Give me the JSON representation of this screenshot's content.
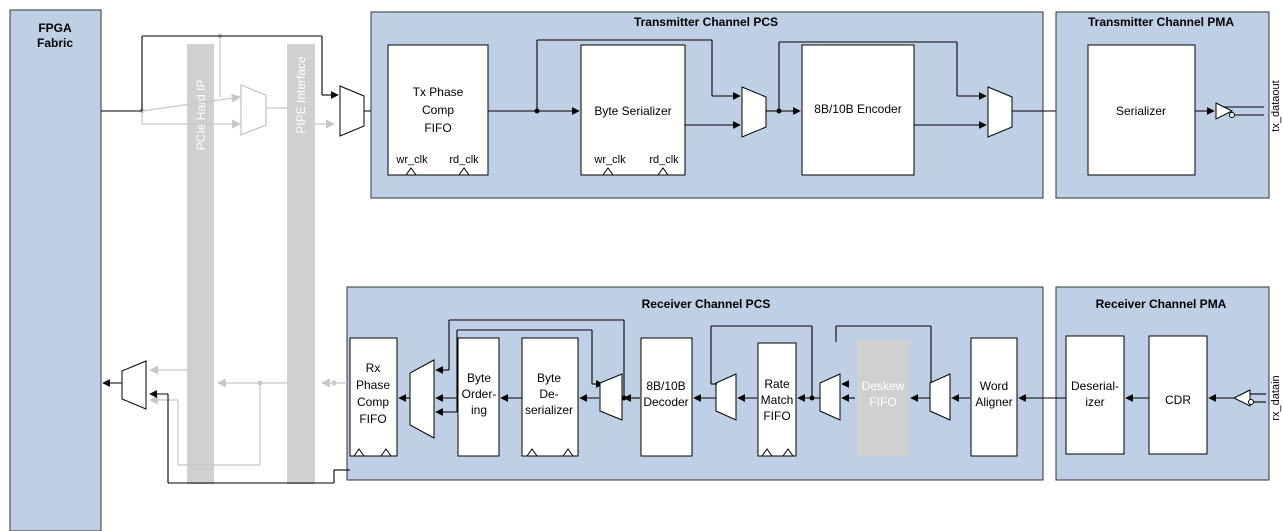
{
  "fabric": {
    "line1": "FPGA",
    "line2": "Fabric"
  },
  "hard_ip": {
    "pcie_label": "PCIe Hard IP",
    "pipe_label": "PIPE Interface"
  },
  "tx_pcs": {
    "title": "Transmitter Channel PCS",
    "phase_fifo": {
      "line1": "Tx Phase",
      "line2": "Comp",
      "line3": "FIFO",
      "wr_clk": "wr_clk",
      "rd_clk": "rd_clk"
    },
    "byte_serializer": {
      "label": "Byte Serializer",
      "wr_clk": "wr_clk",
      "rd_clk": "rd_clk"
    },
    "encoder": {
      "label": "8B/10B Encoder"
    }
  },
  "tx_pma": {
    "title": "Transmitter Channel PMA",
    "serializer": "Serializer",
    "port": "tx_dataout"
  },
  "rx_pcs": {
    "title": "Receiver Channel PCS",
    "phase_fifo": {
      "line1": "Rx",
      "line2": "Phase",
      "line3": "Comp",
      "line4": "FIFO"
    },
    "byte_ordering": {
      "line1": "Byte",
      "line2": "Order-",
      "line3": "ing"
    },
    "byte_deserializer": {
      "line1": "Byte",
      "line2": "De-",
      "line3": "serializer"
    },
    "decoder": {
      "line1": "8B/10B",
      "line2": "Decoder"
    },
    "rate_match": {
      "line1": "Rate",
      "line2": "Match",
      "line3": "FIFO"
    },
    "deskew": {
      "line1": "Deskew",
      "line2": "FIFO"
    },
    "word_aligner": {
      "line1": "Word",
      "line2": "Aligner"
    }
  },
  "rx_pma": {
    "title": "Receiver Channel PMA",
    "deserializer": {
      "line1": "Deserial-",
      "line2": "izer"
    },
    "cdr": "CDR",
    "port": "rx_datain"
  }
}
